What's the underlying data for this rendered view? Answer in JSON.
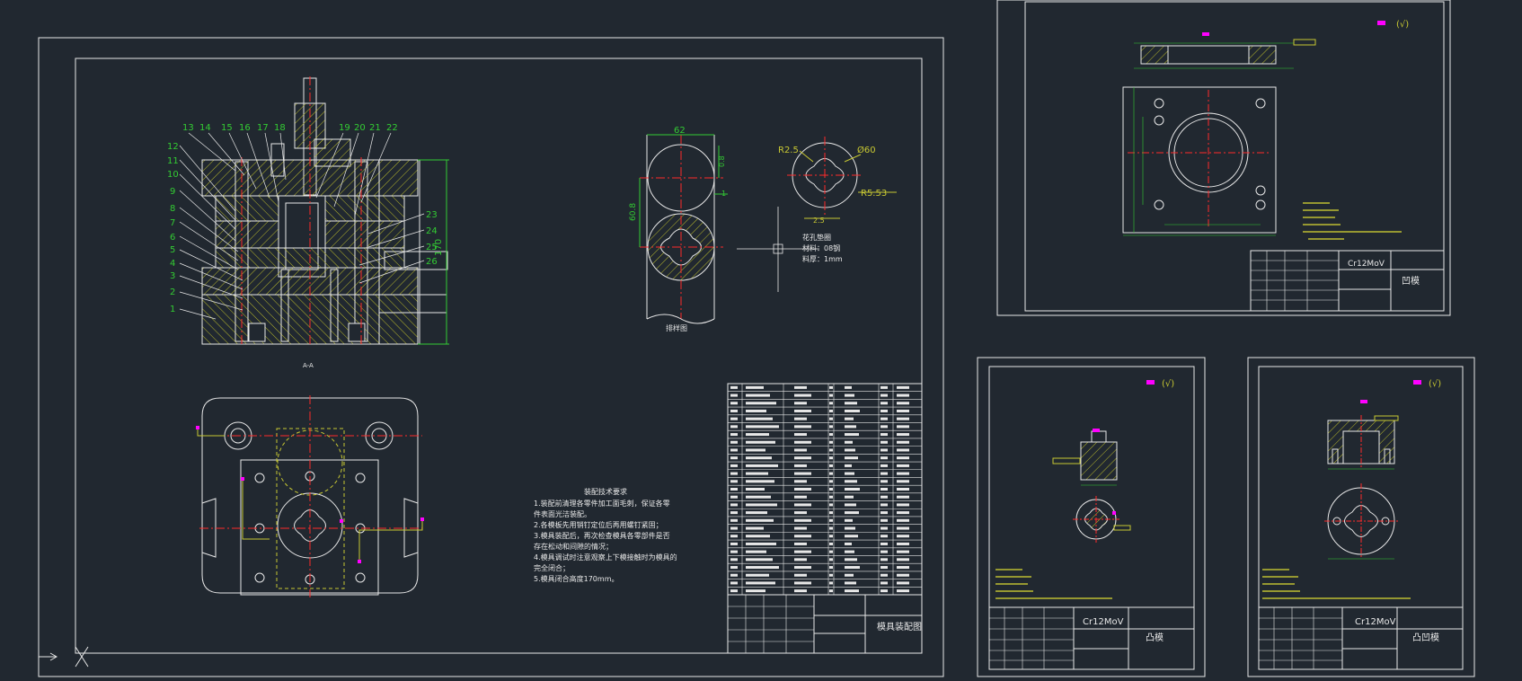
{
  "main_sheet": {
    "part_numbers_left": [
      "12",
      "11",
      "10",
      "9",
      "8",
      "7",
      "6",
      "5",
      "4",
      "3",
      "2",
      "1"
    ],
    "part_numbers_top": [
      "13",
      "14",
      "15",
      "16",
      "17",
      "18",
      "19",
      "20",
      "21",
      "22"
    ],
    "part_numbers_right": [
      "23",
      "24",
      "25",
      "26"
    ],
    "section_label": "A-A",
    "dim_height": "170",
    "strip": {
      "dim_width": "62",
      "dim_pitch": "60.8",
      "dim_gap": "0.8",
      "dim_edge": "1",
      "caption": "排样图"
    },
    "punch_detail": {
      "r_small": "R2.5",
      "dia": "Ø60",
      "r_large": "R5.53",
      "dim_bottom": "2.5",
      "caption": "花孔垫圈",
      "material": "材料：08钢",
      "thickness": "料厚：1mm"
    },
    "tech_req": {
      "title": "装配技术要求",
      "lines": [
        "1.装配前清理各零件加工面毛刺，保证各零",
        "件表面光洁装配。",
        "2.各模板先用销钉定位后再用螺钉紧固；",
        "3.模具装配后，再次检查模具各零部件是否",
        "存在松动和间隙的情况；",
        "4.模具调试时注意观察上下模接触时为模具的",
        "完全闭合；",
        "5.模具闭合高度170mm。"
      ]
    },
    "title_name": "模具装配图"
  },
  "sheet_die": {
    "material": "Cr12MoV",
    "name": "凹模",
    "roughness": "(√)"
  },
  "sheet_punch": {
    "material": "Cr12MoV",
    "name": "凸模",
    "roughness": "(√)"
  },
  "sheet_convex_concave": {
    "material": "Cr12MoV",
    "name": "凸凹模",
    "roughness": "(√)"
  },
  "colors": {
    "background": "#212830",
    "frame": "#e8e8e8",
    "dim": "#33cc33",
    "center": "#ff2a2a",
    "hatch": "#c8c832",
    "magenta": "#ff00ff"
  }
}
